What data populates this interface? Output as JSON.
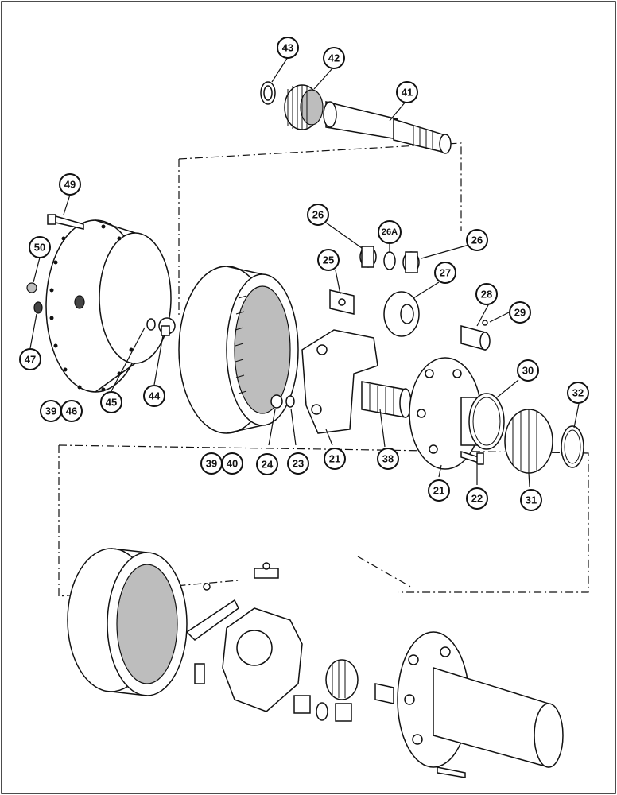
{
  "diagram": {
    "callouts": [
      {
        "id": "43",
        "label": "43"
      },
      {
        "id": "42",
        "label": "42"
      },
      {
        "id": "41",
        "label": "41"
      },
      {
        "id": "49",
        "label": "49"
      },
      {
        "id": "26a",
        "label": "26"
      },
      {
        "id": "26A",
        "label": "26A"
      },
      {
        "id": "26b",
        "label": "26"
      },
      {
        "id": "50",
        "label": "50"
      },
      {
        "id": "25",
        "label": "25"
      },
      {
        "id": "27",
        "label": "27"
      },
      {
        "id": "28",
        "label": "28"
      },
      {
        "id": "29",
        "label": "29"
      },
      {
        "id": "47",
        "label": "47"
      },
      {
        "id": "30",
        "label": "30"
      },
      {
        "id": "32",
        "label": "32"
      },
      {
        "id": "39a",
        "label": "39"
      },
      {
        "id": "46",
        "label": "46"
      },
      {
        "id": "45",
        "label": "45"
      },
      {
        "id": "44",
        "label": "44"
      },
      {
        "id": "39b",
        "label": "39"
      },
      {
        "id": "40",
        "label": "40"
      },
      {
        "id": "24",
        "label": "24"
      },
      {
        "id": "23",
        "label": "23"
      },
      {
        "id": "21a",
        "label": "21"
      },
      {
        "id": "38",
        "label": "38"
      },
      {
        "id": "21b",
        "label": "21"
      },
      {
        "id": "22",
        "label": "22"
      },
      {
        "id": "31",
        "label": "31"
      }
    ]
  }
}
